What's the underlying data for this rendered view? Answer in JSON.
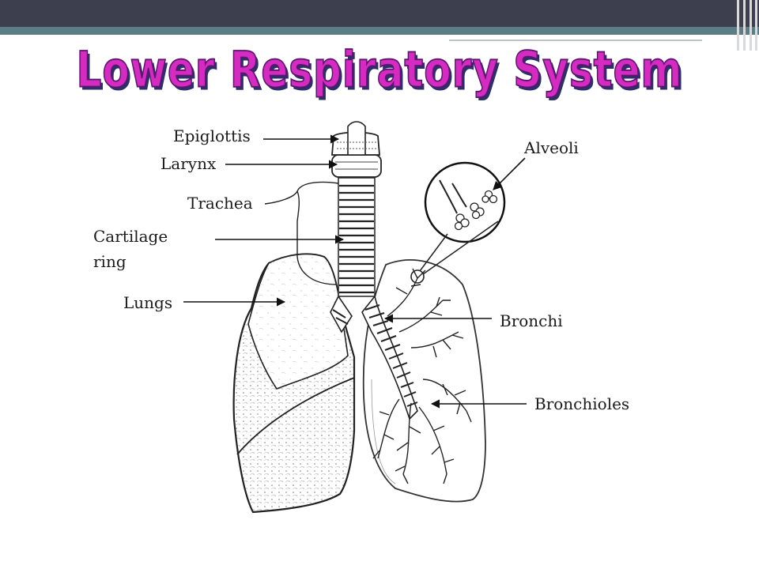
{
  "slide": {
    "title": "Lower Respiratory System"
  },
  "labels": {
    "epiglottis": "Epiglottis",
    "larynx": "Larynx",
    "trachea": "Trachea",
    "cartilage_ring_line1": "Cartilage",
    "cartilage_ring_line2": "ring",
    "lungs": "Lungs",
    "alveoli": "Alveoli",
    "bronchi": "Bronchi",
    "bronchioles": "Bronchioles"
  },
  "colors": {
    "header_dark": "#3d3f4f",
    "header_stripe": "#5b7e86",
    "title_fill": "#d62bc0",
    "title_shadow": "#2b2f6a"
  }
}
